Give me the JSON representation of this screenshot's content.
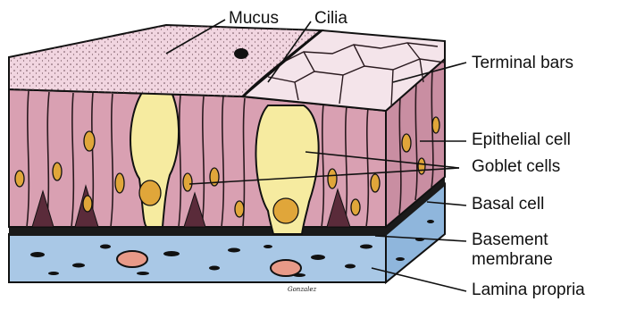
{
  "diagram": {
    "labels": {
      "mucus": "Mucus",
      "cilia": "Cilia",
      "terminal_bars": "Terminal bars",
      "epithelial_cell": "Epithelial cell",
      "goblet_cells": "Goblet cells",
      "basal_cell": "Basal cell",
      "basement_membrane_line1": "Basement",
      "basement_membrane_line2": "membrane",
      "lamina_propria": "Lamina propria"
    },
    "signature": "Gonzalez",
    "colors": {
      "cell_fill": "#d9a0b2",
      "mucus_fill": "#f1d5e0",
      "goblet_fill": "#f6eba0",
      "nucleus_fill": "#e0a63a",
      "lamina_fill": "#a9c8e6",
      "outline": "#111111"
    }
  }
}
